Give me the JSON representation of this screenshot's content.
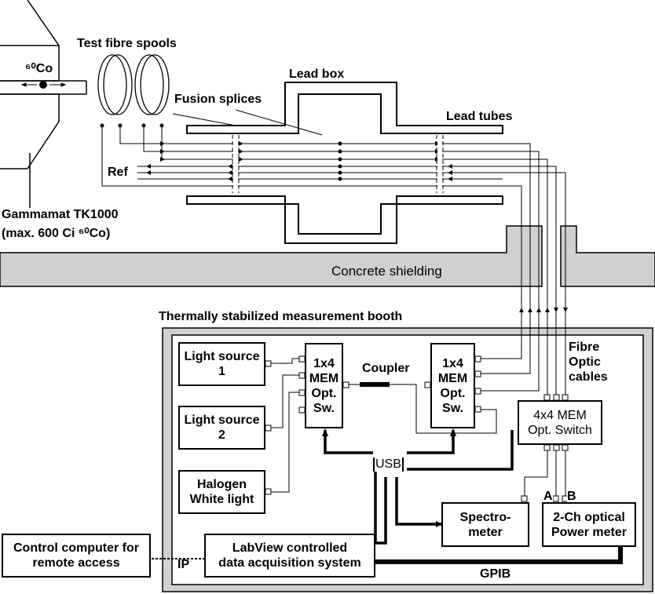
{
  "labels": {
    "co60": "⁶⁰Co",
    "test_fibre_spools": "Test fibre spools",
    "lead_box": "Lead box",
    "fusion_splices": "Fusion splices",
    "lead_tubes": "Lead tubes",
    "ref": "Ref",
    "gammamat_line1": "Gammamat TK1000",
    "gammamat_line2": "(max. 600 Ci ⁶⁰Co)",
    "concrete_shielding": "Concrete shielding",
    "booth_title": "Thermally stabilized measurement booth",
    "fibre_optic_cables": [
      "Fibre",
      "Optic",
      "cables"
    ],
    "coupler": "Coupler",
    "usb": "USB",
    "ip": "IP",
    "gpib": "GPIB",
    "channel_a": "A",
    "channel_b": "B"
  },
  "boxes": {
    "light_source_1": [
      "Light source",
      "1"
    ],
    "light_source_2": [
      "Light source",
      "2"
    ],
    "halogen": [
      "Halogen",
      "White light"
    ],
    "mem_switch_left": [
      "1x4",
      "MEM",
      "Opt.",
      "Sw."
    ],
    "mem_switch_right": [
      "1x4",
      "MEM",
      "Opt.",
      "Sw."
    ],
    "mem_4x4": [
      "4x4 MEM",
      "Opt. Switch"
    ],
    "spectrometer": [
      "Spectro-",
      "meter"
    ],
    "power_meter": [
      "2-Ch optical",
      "Power meter"
    ],
    "labview": [
      "LabView controlled",
      "data acquisition system"
    ],
    "control_computer": [
      "Control computer for",
      "remote access"
    ]
  }
}
